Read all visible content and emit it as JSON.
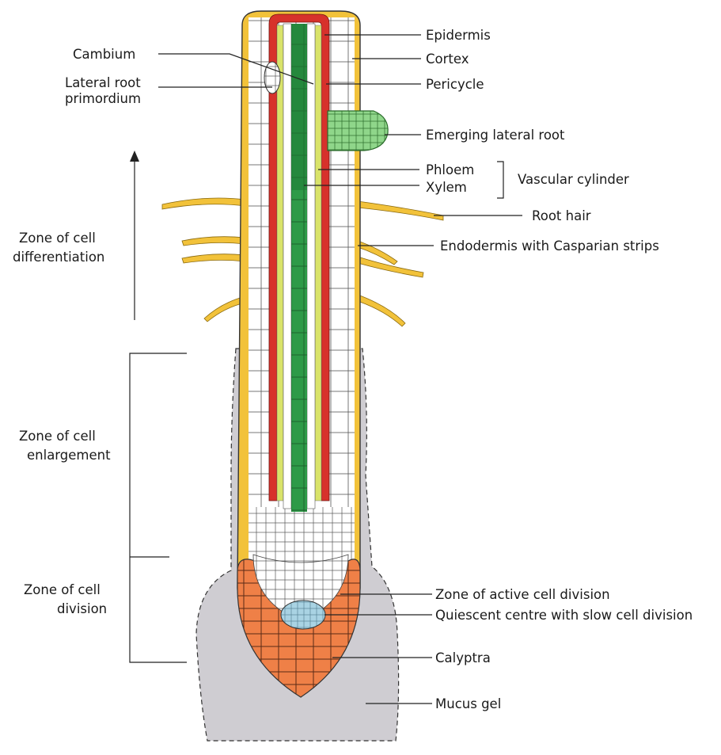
{
  "labels": {
    "epidermis": "Epidermis",
    "cortex": "Cortex",
    "pericycle": "Pericycle",
    "cambium": "Cambium",
    "lateral_root_primordium_1": "Lateral root",
    "lateral_root_primordium_2": "primordium",
    "emerging_lateral_root": "Emerging lateral root",
    "phloem": "Phloem",
    "xylem": "Xylem",
    "vascular_cylinder": "Vascular cylinder",
    "root_hair": "Root hair",
    "endodermis": "Endodermis with Casparian strips",
    "zone_differentiation_1": "Zone of cell",
    "zone_differentiation_2": "differentiation",
    "zone_enlargement_1": "Zone of cell",
    "zone_enlargement_2": "enlargement",
    "zone_division_1": "Zone of cell",
    "zone_division_2": "division",
    "zone_active_division": "Zone of active cell division",
    "quiescent_centre": "Quiescent centre with slow cell division",
    "calyptra": "Calyptra",
    "mucus_gel": "Mucus gel"
  },
  "colors": {
    "epidermis": "#f2c23a",
    "pericycle": "#d7312b",
    "endodermis_strip": "#d9e36a",
    "xylem": "#2e9a48",
    "xylem_dark": "#1f7a35",
    "phloem": "#ffffff",
    "lateral_root": "#8fd68a",
    "calyptra": "#ef8047",
    "quiescent_centre": "#a9d3e3",
    "mucus": "#cfcdd2",
    "outline": "#333333"
  }
}
